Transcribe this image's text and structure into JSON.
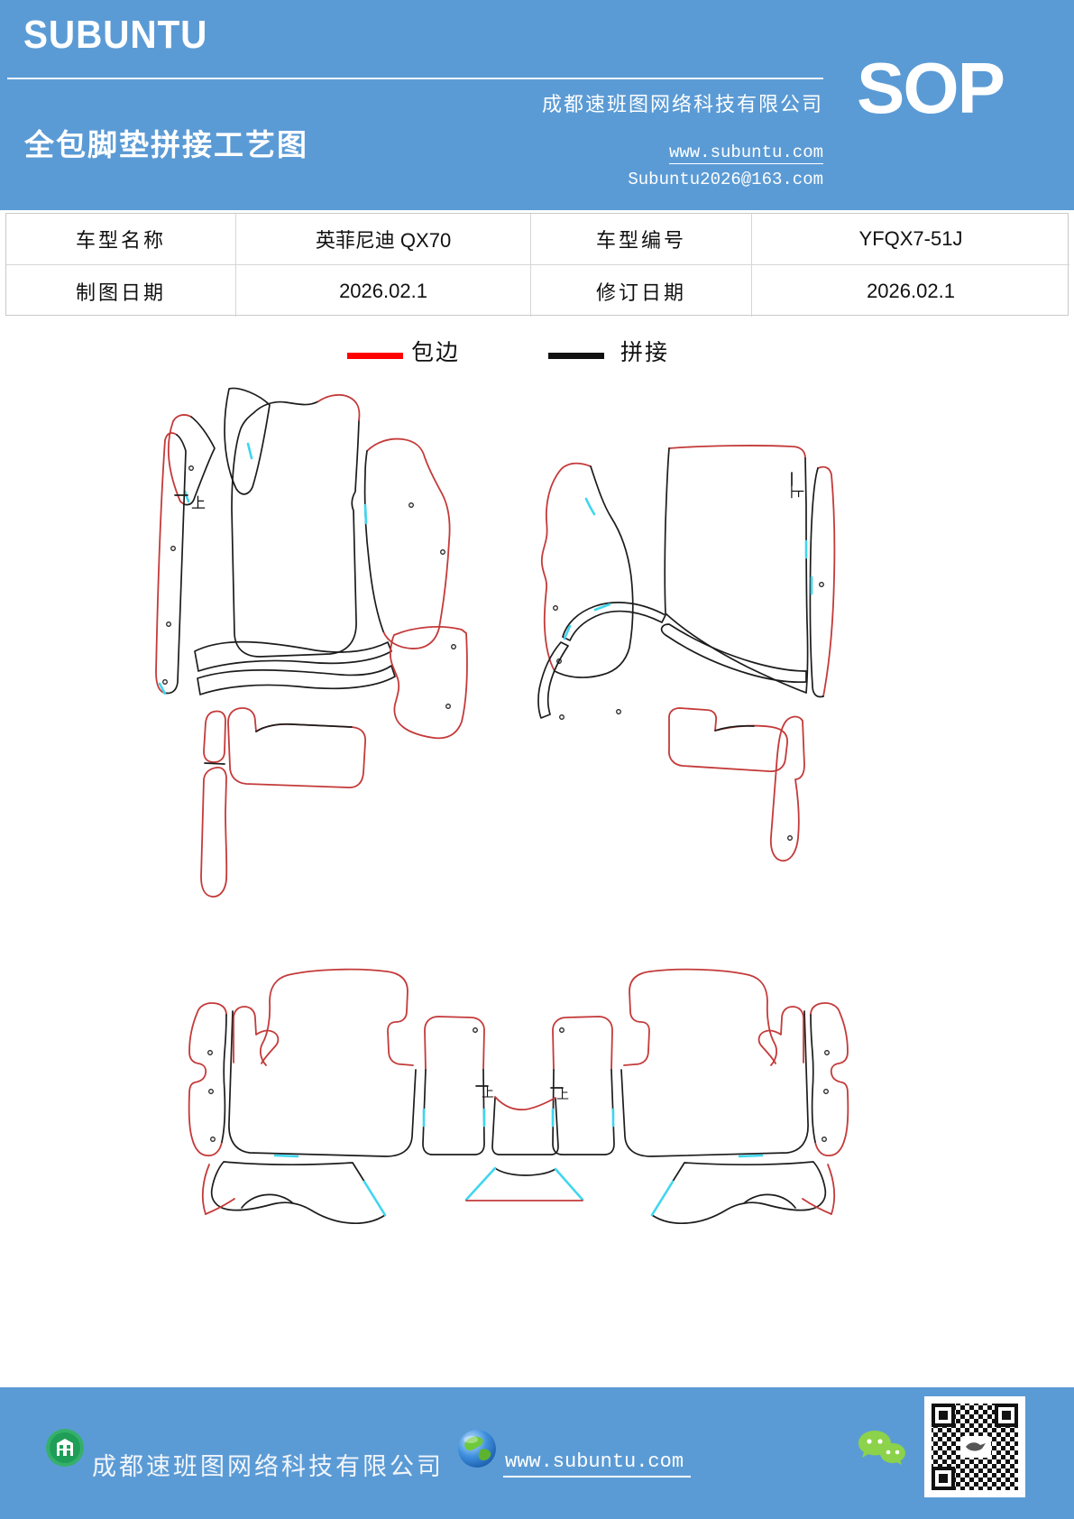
{
  "header": {
    "brand": "SUBUNTU",
    "title": "全包脚垫拼接工艺图",
    "company": "成都速班图网络科技有限公司",
    "website": "www.subuntu.com",
    "email": "Subuntu2026@163.com",
    "badge": "SOP",
    "bg_color": "#5b9bd5"
  },
  "info_table": {
    "rows": [
      [
        "车型名称",
        "英菲尼迪 QX70",
        "车型编号",
        "YFQX7-51J"
      ],
      [
        "制图日期",
        "2026.02.1",
        "修订日期",
        "2026.02.1"
      ]
    ]
  },
  "legend": {
    "items": [
      {
        "label": "包边",
        "color": "#ff0000"
      },
      {
        "label": "拼接",
        "color": "#111111"
      }
    ]
  },
  "diagram": {
    "orientation_marker": "上",
    "colors": {
      "edge_binding": "#c43a3a",
      "splice": "#1c1c1c",
      "accent": "#3fd6ef"
    }
  },
  "footer": {
    "company": "成都速班图网络科技有限公司",
    "website": "www.subuntu.com",
    "bg_color": "#5b9bd5",
    "icons": [
      "building-icon",
      "globe-icon",
      "wechat-icon",
      "qr-code"
    ]
  }
}
